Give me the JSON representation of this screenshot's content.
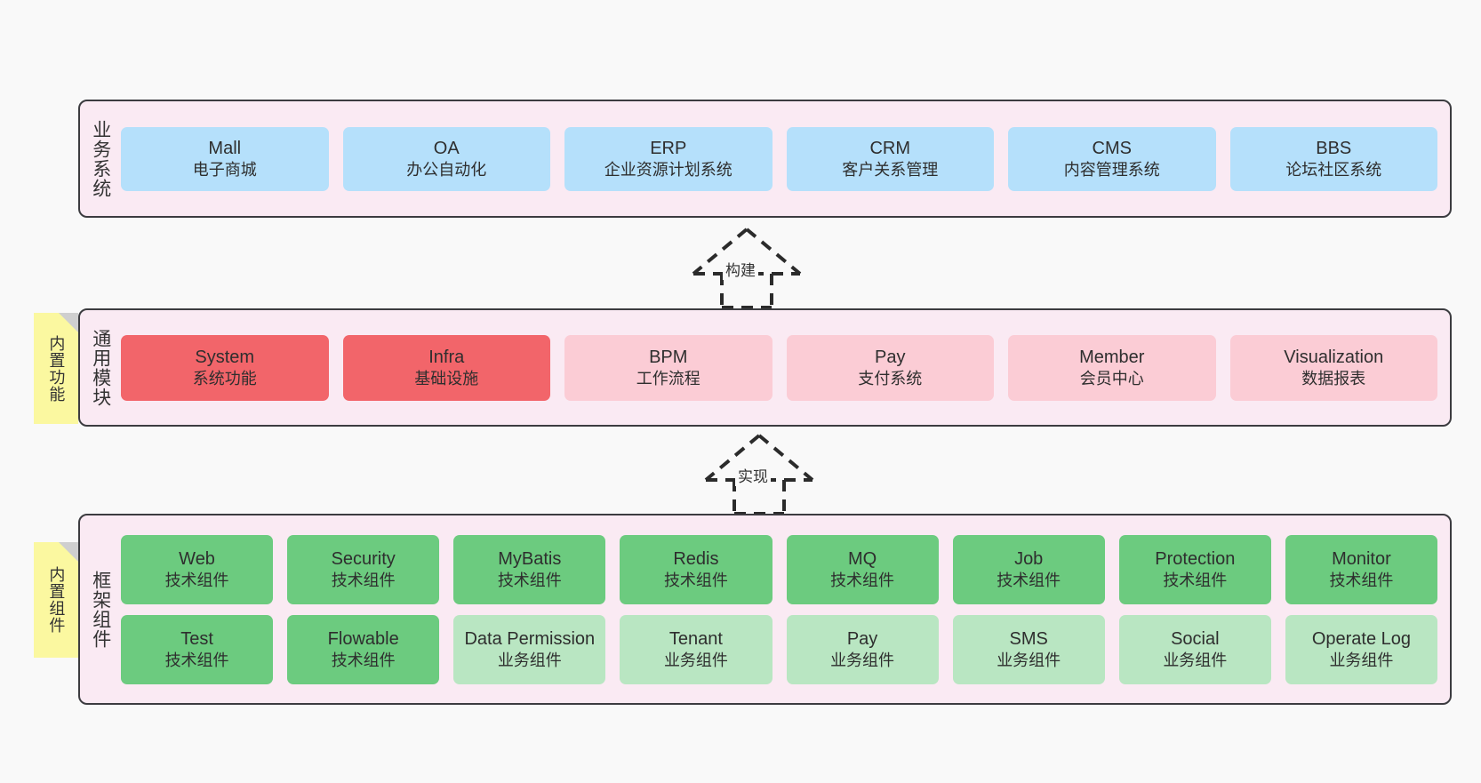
{
  "diagram": {
    "background_color": "#f9f9f9",
    "layer_fill": "#faeaf3",
    "layer_border": "#3c3c40"
  },
  "layers": [
    {
      "id": "business",
      "title": "业务系统",
      "rows": [
        {
          "nodes": [
            {
              "title": "Mall",
              "sub": "电子商城",
              "color": "#b5e0fb",
              "style": "c-blue"
            },
            {
              "title": "OA",
              "sub": "办公自动化",
              "color": "#b5e0fb",
              "style": "c-blue"
            },
            {
              "title": "ERP",
              "sub": "企业资源计划系统",
              "color": "#b5e0fb",
              "style": "c-blue"
            },
            {
              "title": "CRM",
              "sub": "客户关系管理",
              "color": "#b5e0fb",
              "style": "c-blue"
            },
            {
              "title": "CMS",
              "sub": "内容管理系统",
              "color": "#b5e0fb",
              "style": "c-blue"
            },
            {
              "title": "BBS",
              "sub": "论坛社区系统",
              "color": "#b5e0fb",
              "style": "c-blue"
            }
          ]
        }
      ]
    },
    {
      "id": "modules",
      "title": "通用模块",
      "sticky": "内置功能",
      "rows": [
        {
          "nodes": [
            {
              "title": "System",
              "sub": "系统功能",
              "color": "#f2656a",
              "style": "c-red"
            },
            {
              "title": "Infra",
              "sub": "基础设施",
              "color": "#f2656a",
              "style": "c-red"
            },
            {
              "title": "BPM",
              "sub": "工作流程",
              "color": "#fbccd5",
              "style": "c-pink"
            },
            {
              "title": "Pay",
              "sub": "支付系统",
              "color": "#fbccd5",
              "style": "c-pink"
            },
            {
              "title": "Member",
              "sub": "会员中心",
              "color": "#fbccd5",
              "style": "c-pink"
            },
            {
              "title": "Visualization",
              "sub": "数据报表",
              "color": "#fbccd5",
              "style": "c-pink"
            }
          ]
        }
      ]
    },
    {
      "id": "framework",
      "title": "框架组件",
      "sticky": "内置组件",
      "rows": [
        {
          "nodes": [
            {
              "title": "Web",
              "sub": "技术组件",
              "color": "#6ccb7f",
              "style": "c-green-dark"
            },
            {
              "title": "Security",
              "sub": "技术组件",
              "color": "#6ccb7f",
              "style": "c-green-dark"
            },
            {
              "title": "MyBatis",
              "sub": "技术组件",
              "color": "#6ccb7f",
              "style": "c-green-dark"
            },
            {
              "title": "Redis",
              "sub": "技术组件",
              "color": "#6ccb7f",
              "style": "c-green-dark"
            },
            {
              "title": "MQ",
              "sub": "技术组件",
              "color": "#6ccb7f",
              "style": "c-green-dark"
            },
            {
              "title": "Job",
              "sub": "技术组件",
              "color": "#6ccb7f",
              "style": "c-green-dark"
            },
            {
              "title": "Protection",
              "sub": "技术组件",
              "color": "#6ccb7f",
              "style": "c-green-dark"
            },
            {
              "title": "Monitor",
              "sub": "技术组件",
              "color": "#6ccb7f",
              "style": "c-green-dark"
            }
          ]
        },
        {
          "nodes": [
            {
              "title": "Test",
              "sub": "技术组件",
              "color": "#6ccb7f",
              "style": "c-green-dark"
            },
            {
              "title": "Flowable",
              "sub": "技术组件",
              "color": "#6ccb7f",
              "style": "c-green-dark"
            },
            {
              "title": "Data Permission",
              "sub": "业务组件",
              "color": "#b9e6c2",
              "style": "c-green-light"
            },
            {
              "title": "Tenant",
              "sub": "业务组件",
              "color": "#b9e6c2",
              "style": "c-green-light"
            },
            {
              "title": "Pay",
              "sub": "业务组件",
              "color": "#b9e6c2",
              "style": "c-green-light"
            },
            {
              "title": "SMS",
              "sub": "业务组件",
              "color": "#b9e6c2",
              "style": "c-green-light"
            },
            {
              "title": "Social",
              "sub": "业务组件",
              "color": "#b9e6c2",
              "style": "c-green-light"
            },
            {
              "title": "Operate Log",
              "sub": "业务组件",
              "color": "#b9e6c2",
              "style": "c-green-light"
            }
          ]
        }
      ]
    }
  ],
  "arrows": [
    {
      "id": "build",
      "label": "构建",
      "from": "modules",
      "to": "business",
      "style": "dashed-hollow-arrow"
    },
    {
      "id": "impl",
      "label": "实现",
      "from": "framework",
      "to": "modules",
      "style": "dashed-hollow-arrow"
    }
  ]
}
